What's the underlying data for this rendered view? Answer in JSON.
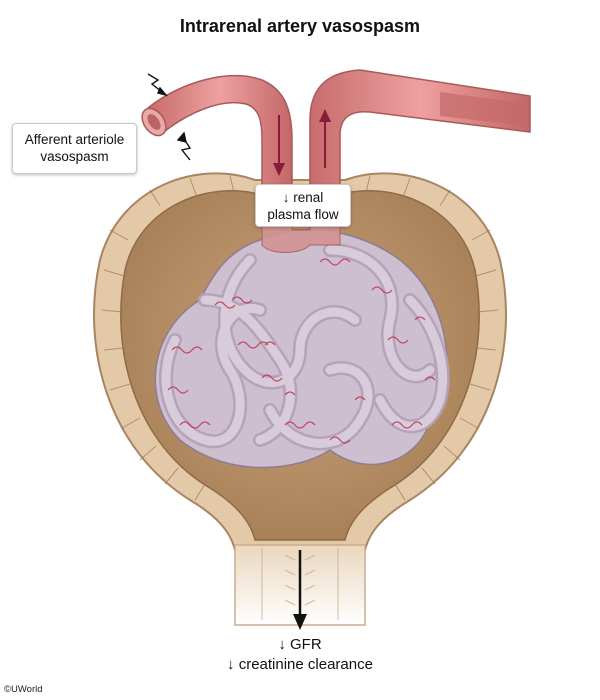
{
  "title": "Intrarenal artery vasospasm",
  "labels": {
    "afferent_line1": "Afferent arteriole",
    "afferent_line2": "vasospasm",
    "rpf_line1": "↓ renal",
    "rpf_line2": "plasma flow",
    "gfr": "↓ GFR",
    "creatinine": "↓ creatinine clearance"
  },
  "copyright": "©UWorld",
  "colors": {
    "capsule_outer": "#e2c7a5",
    "capsule_inner": "#b8926b",
    "capsule_cell_lines": "#8a6a48",
    "vessel": "#dd8a8a",
    "vessel_dark": "#b85f60",
    "vessel_arrow": "#8a1a3a",
    "glomerulus": "#c7b8c8",
    "glomerulus_dark": "#8f7d93",
    "capillary_red": "#c0304a",
    "output_arrow": "#111111"
  },
  "icons": [
    "spasm-bolt-icon",
    "spasm-bolt-icon",
    "flow-down-arrow-icon",
    "flow-up-arrow-icon",
    "gfr-down-arrow-icon"
  ]
}
